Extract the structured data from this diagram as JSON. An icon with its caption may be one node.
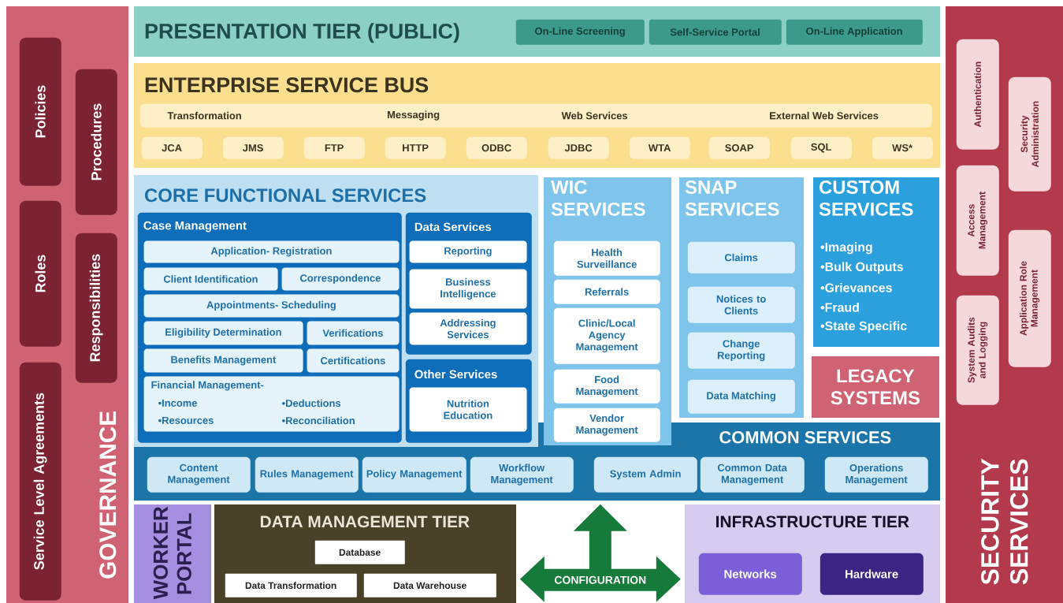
{
  "diagram": {
    "nodes": [
      {
        "text": [
          "GOVERNANCE"
        ]
      },
      {
        "text": [
          "Policies"
        ],
        "in": 0
      },
      {
        "text": [
          "Procedures"
        ],
        "in": 0
      },
      {
        "text": [
          "Roles"
        ],
        "in": 0
      },
      {
        "text": [
          "Responsibilities"
        ],
        "in": 0
      },
      {
        "text": [
          "Service Level Agreements"
        ],
        "in": 0
      },
      {
        "text": [
          "PRESENTATION TIER (PUBLIC)"
        ]
      },
      {
        "text": [
          "On-Line Screening"
        ],
        "in": 6
      },
      {
        "text": [
          "Self-Service Portal"
        ],
        "in": 6
      },
      {
        "text": [
          "On-Line Application"
        ],
        "in": 6
      },
      {
        "text": [
          "ENTERPRISE SERVICE BUS"
        ]
      },
      {
        "text": [
          "Transformation",
          "Messaging",
          "Web Services",
          "External Web Services"
        ],
        "in": 10
      },
      {
        "text": [
          "JCA"
        ],
        "in": 10
      },
      {
        "text": [
          "JMS"
        ],
        "in": 10
      },
      {
        "text": [
          "FTP"
        ],
        "in": 10
      },
      {
        "text": [
          "HTTP"
        ],
        "in": 10
      },
      {
        "text": [
          "ODBC"
        ],
        "in": 10
      },
      {
        "text": [
          "JDBC"
        ],
        "in": 10
      },
      {
        "text": [
          "WTA"
        ],
        "in": 10
      },
      {
        "text": [
          "SOAP"
        ],
        "in": 10
      },
      {
        "text": [
          "SQL"
        ],
        "in": 10
      },
      {
        "text": [
          "WS*"
        ],
        "in": 10
      },
      {
        "text": [
          "CORE FUNCTIONAL SERVICES"
        ]
      },
      {
        "text": [
          "Case Management"
        ],
        "in": 22
      },
      {
        "text": [
          "Application- Registration"
        ],
        "in": 23
      },
      {
        "text": [
          "Client Identification"
        ],
        "in": 23
      },
      {
        "text": [
          "Correspondence"
        ],
        "in": 23
      },
      {
        "text": [
          "Appointments- Scheduling"
        ],
        "in": 23
      },
      {
        "text": [
          "Eligibility Determination"
        ],
        "in": 23
      },
      {
        "text": [
          "Verifications"
        ],
        "in": 23
      },
      {
        "text": [
          "Benefits Management"
        ],
        "in": 23
      },
      {
        "text": [
          "Certifications"
        ],
        "in": 23
      },
      {
        "text": [
          "Financial Management-",
          "•Income",
          "•Deductions",
          "•Resources",
          "•Reconciliation"
        ],
        "in": 23
      },
      {
        "text": [
          "Data Services"
        ],
        "in": 22
      },
      {
        "text": [
          "Reporting"
        ],
        "in": 33
      },
      {
        "text": [
          "Business Intelligence"
        ],
        "in": 33
      },
      {
        "text": [
          "Addressing Services"
        ],
        "in": 33
      },
      {
        "text": [
          "Other Services"
        ],
        "in": 22
      },
      {
        "text": [
          "Nutrition Education"
        ],
        "in": 37
      },
      {
        "text": [
          "WIC SERVICES"
        ]
      },
      {
        "text": [
          "Health Surveillance"
        ],
        "in": 39
      },
      {
        "text": [
          "Referrals"
        ],
        "in": 39
      },
      {
        "text": [
          "Clinic/Local Agency Management"
        ],
        "in": 39
      },
      {
        "text": [
          "Food Management"
        ],
        "in": 39
      },
      {
        "text": [
          "Vendor Management"
        ],
        "in": 39
      },
      {
        "text": [
          "SNAP SERVICES"
        ]
      },
      {
        "text": [
          "Claims"
        ],
        "in": 45
      },
      {
        "text": [
          "Notices to Clients"
        ],
        "in": 45
      },
      {
        "text": [
          "Change Reporting"
        ],
        "in": 45
      },
      {
        "text": [
          "Data Matching"
        ],
        "in": 45
      },
      {
        "text": [
          "CUSTOM SERVICES",
          "•Imaging",
          "•Bulk Outputs",
          "•Grievances",
          "•Fraud",
          "•State Specific"
        ]
      },
      {
        "text": [
          "LEGACY SYSTEMS"
        ]
      },
      {
        "text": [
          "COMMON SERVICES"
        ]
      },
      {
        "text": [
          "Content Management"
        ],
        "in": 52
      },
      {
        "text": [
          "Rules Management"
        ],
        "in": 52
      },
      {
        "text": [
          "Policy Management"
        ],
        "in": 52
      },
      {
        "text": [
          "Workflow Management"
        ],
        "in": 52
      },
      {
        "text": [
          "System Admin"
        ],
        "in": 52
      },
      {
        "text": [
          "Common Data Management"
        ],
        "in": 52
      },
      {
        "text": [
          "Operations Management"
        ],
        "in": 52
      },
      {
        "text": [
          "WORKER PORTAL"
        ]
      },
      {
        "text": [
          "DATA MANAGEMENT TIER"
        ]
      },
      {
        "text": [
          "Database"
        ],
        "in": 61
      },
      {
        "text": [
          "Data Transformation"
        ],
        "in": 61
      },
      {
        "text": [
          "Data Warehouse"
        ],
        "in": 61
      },
      {
        "text": [
          "CONFIGURATION"
        ]
      },
      {
        "text": [
          "INFRASTRUCTURE TIER"
        ]
      },
      {
        "text": [
          "Networks"
        ],
        "in": 66
      },
      {
        "text": [
          "Hardware"
        ],
        "in": 66
      },
      {
        "text": [
          "SECURITY SERVICES"
        ]
      },
      {
        "text": [
          "Authentication"
        ],
        "in": 69
      },
      {
        "text": [
          "Security Administration"
        ],
        "in": 69
      },
      {
        "text": [
          "Access Management"
        ],
        "in": 69
      },
      {
        "text": [
          "Application Role Management"
        ],
        "in": 69
      },
      {
        "text": [
          "System Audits and Logging"
        ],
        "in": 69
      }
    ]
  }
}
